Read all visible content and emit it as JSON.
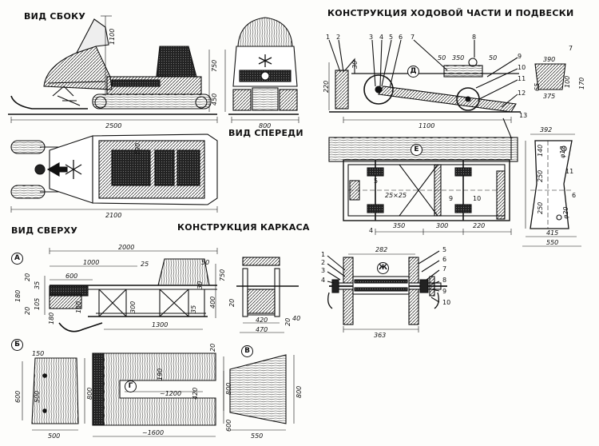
{
  "titles": {
    "side_view": "ВИД СБОКУ",
    "front_view": "ВИД СПЕРЕДИ",
    "top_view": "ВИД СВЕРХУ",
    "frame_design": "КОНСТРУКЦИЯ КАРКАСА",
    "suspension_design": "КОНСТРУКЦИЯ ХОДОВОЙ ЧАСТИ И ПОДВЕСКИ"
  },
  "letters": {
    "A": "А",
    "B": "Б",
    "V": "В",
    "G": "Г",
    "D": "Д",
    "E": "Е",
    "Zh": "Ж"
  },
  "side": {
    "d_1100": "1100",
    "d_750": "750",
    "d_450": "450",
    "d_2500": "2500",
    "d_800": "800"
  },
  "top": {
    "d_190": "190",
    "d_2100": "2100"
  },
  "frame": {
    "d_2000": "2000",
    "d_1000": "1000",
    "d_25": "25",
    "d_600": "600",
    "d_20a": "20",
    "d_20b": "20",
    "d_180": "180",
    "d_35": "35",
    "d_105": "105",
    "d_150": "150",
    "d_180b": "180",
    "d_300": "300",
    "d_35b": "35",
    "d_1300": "1300",
    "d_50": "50",
    "d_30": "30",
    "d_400": "400",
    "d_750": "750",
    "d_20c": "20",
    "d_420": "420",
    "d_470": "470",
    "d_20d": "20",
    "d_40": "40",
    "d_20e": "20"
  },
  "panels": {
    "b_150": "150",
    "b_600": "600",
    "b_500": "500",
    "b_800": "800",
    "b_500w": "500",
    "g_190": "190",
    "g_1200": "~1200",
    "g_420": "420",
    "g_800": "800",
    "g_1600": "~1600",
    "v_600": "600",
    "v_800": "800",
    "v_550": "550"
  },
  "susp": {
    "n1": "1",
    "n2": "2",
    "n3": "3",
    "n4": "4",
    "n5": "5",
    "n6": "6",
    "n7": "7",
    "n8": "8",
    "n9": "9",
    "n10": "10",
    "n11": "11",
    "n12": "12",
    "n13": "13",
    "n7b": "7",
    "d_30": "30",
    "d_50": "50",
    "d_350": "350",
    "d_50b": "50",
    "d_220": "220",
    "d_1100": "1100",
    "d_390": "390",
    "d_65": "65",
    "d_100": "100",
    "d_170": "170",
    "d_375": "375",
    "e_5": "5",
    "e_25x25": "25×25",
    "e_9": "9",
    "e_10": "10",
    "e_4": "4",
    "e_350": "350",
    "e_300": "300",
    "e_220": "220",
    "p_392": "392",
    "p_140": "140",
    "p_phi12": "φ12",
    "p_11": "11",
    "p_250a": "250",
    "p_6": "6",
    "p_250b": "250",
    "p_phi20": "φ20",
    "p_415": "415",
    "p_550": "550"
  },
  "axle": {
    "n1": "1",
    "n2": "2",
    "n3": "3",
    "n4": "4",
    "n5": "5",
    "n6": "6",
    "n7": "7",
    "n8": "8",
    "n9": "9",
    "n10": "10",
    "d_282": "282",
    "d_363": "363"
  }
}
